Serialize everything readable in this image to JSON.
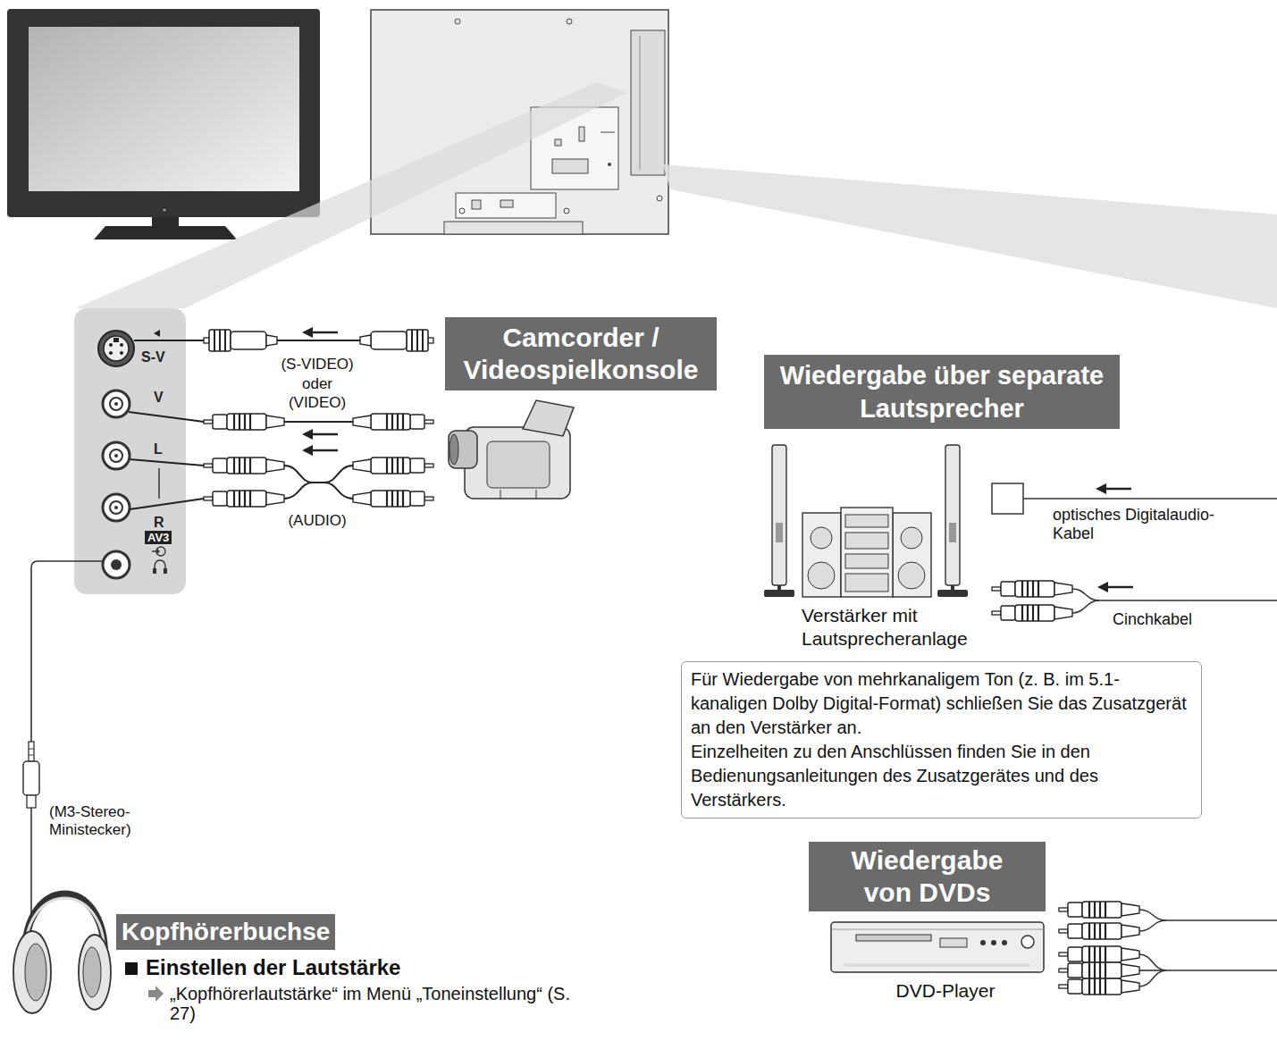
{
  "diagram": {
    "nodes": [
      {
        "text": [
          "S-V",
          "V",
          "L",
          "R",
          "AV3"
        ]
      },
      {
        "text": [
          "Camcorder / Videospielkonsole"
        ]
      },
      {
        "text": [
          "Wiedergabe über separate Lautsprecher"
        ]
      },
      {
        "text": [
          "Für Wiedergabe von mehrkanaligem Ton (z. B. im 5.1-kanaligen Dolby Digital-Format) schließen Sie das Zusatzgerät an den Verstärker an.",
          "Einzelheiten zu den Anschlüssen finden Sie in den Bedienungsanleitungen des Zusatzgerätes und des Verstärkers."
        ]
      },
      {
        "text": [
          "Kopfhörerbuchse"
        ]
      },
      {
        "text": [
          "Wiedergabe von DVDs"
        ]
      }
    ],
    "labels": [
      "(S-VIDEO)",
      "oder",
      "(VIDEO)",
      "(AUDIO)",
      "(M3-Stereo- Ministecker)",
      "Einstellen der Lautstärke",
      "„Kopfhörerlautstärke“ im Menü „Toneinstellung“ (S. 27)",
      "optisches Digitalaudio-Kabel",
      "Cinchkabel",
      "Verstärker mit Lautsprecheranlage",
      "DVD-Player"
    ]
  }
}
